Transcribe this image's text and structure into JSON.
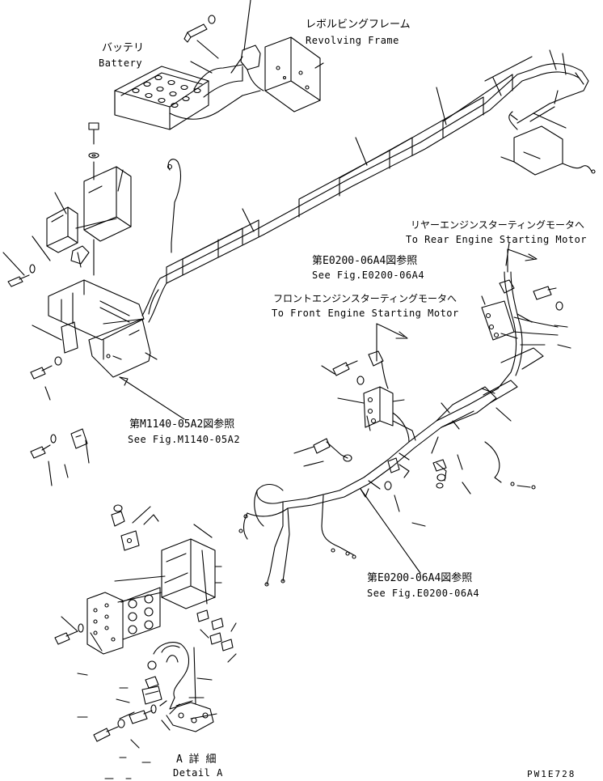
{
  "labels": {
    "revolving_frame_ja": "レボルビングフレーム",
    "revolving_frame_en": "Revolving Frame",
    "battery_ja": "バッテリ",
    "battery_en": "Battery",
    "rear_starter_ja": "リヤーエンジンスターティングモータへ",
    "rear_starter_en": "To Rear Engine Starting Motor",
    "ref_e0200_top_ja": "第E0200-06A4図参照",
    "ref_e0200_top_en": "See Fig.E0200-06A4",
    "front_starter_ja": "フロントエンジンスターティングモータへ",
    "front_starter_en": "To Front Engine Starting Motor",
    "ref_m1140_ja": "第M1140-05A2図参照",
    "ref_m1140_en": "See Fig.M1140-05A2",
    "ref_e0200_bottom_ja": "第E0200-06A4図参照",
    "ref_e0200_bottom_en": "See Fig.E0200-06A4",
    "detail_a_ja": "A 詳 細",
    "detail_a_en": "Detail A",
    "drawing_code": "PW1E728"
  },
  "colors": {
    "line": "#000000",
    "background": "#ffffff"
  }
}
